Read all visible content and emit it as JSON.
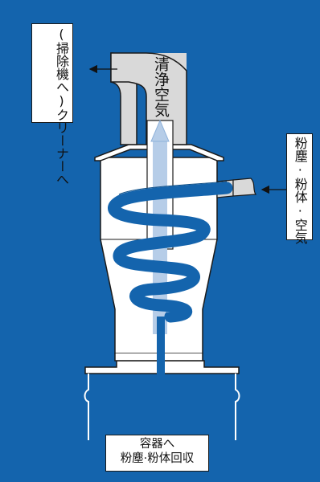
{
  "labels": {
    "outlet_destination": "(掃除機へ)クリーナーへ",
    "clean_air": "清浄空気",
    "inlet": "粉塵·粉体·空気",
    "container_line1": "容器へ",
    "container_line2": "粉塵·粉体回収"
  },
  "colors": {
    "background": "#1464ad",
    "body_fill": "#ffffff",
    "outline": "#1a1a1a",
    "vortex": "#1464ad",
    "clean_air_stream": "#b6cde8",
    "pipe_fill": "#d9d9d9"
  },
  "icons": {
    "arrow_out": "left-arrow",
    "arrow_in": "left-arrow",
    "flow_up": "up-arrow",
    "flow_down": "down-arrow"
  }
}
